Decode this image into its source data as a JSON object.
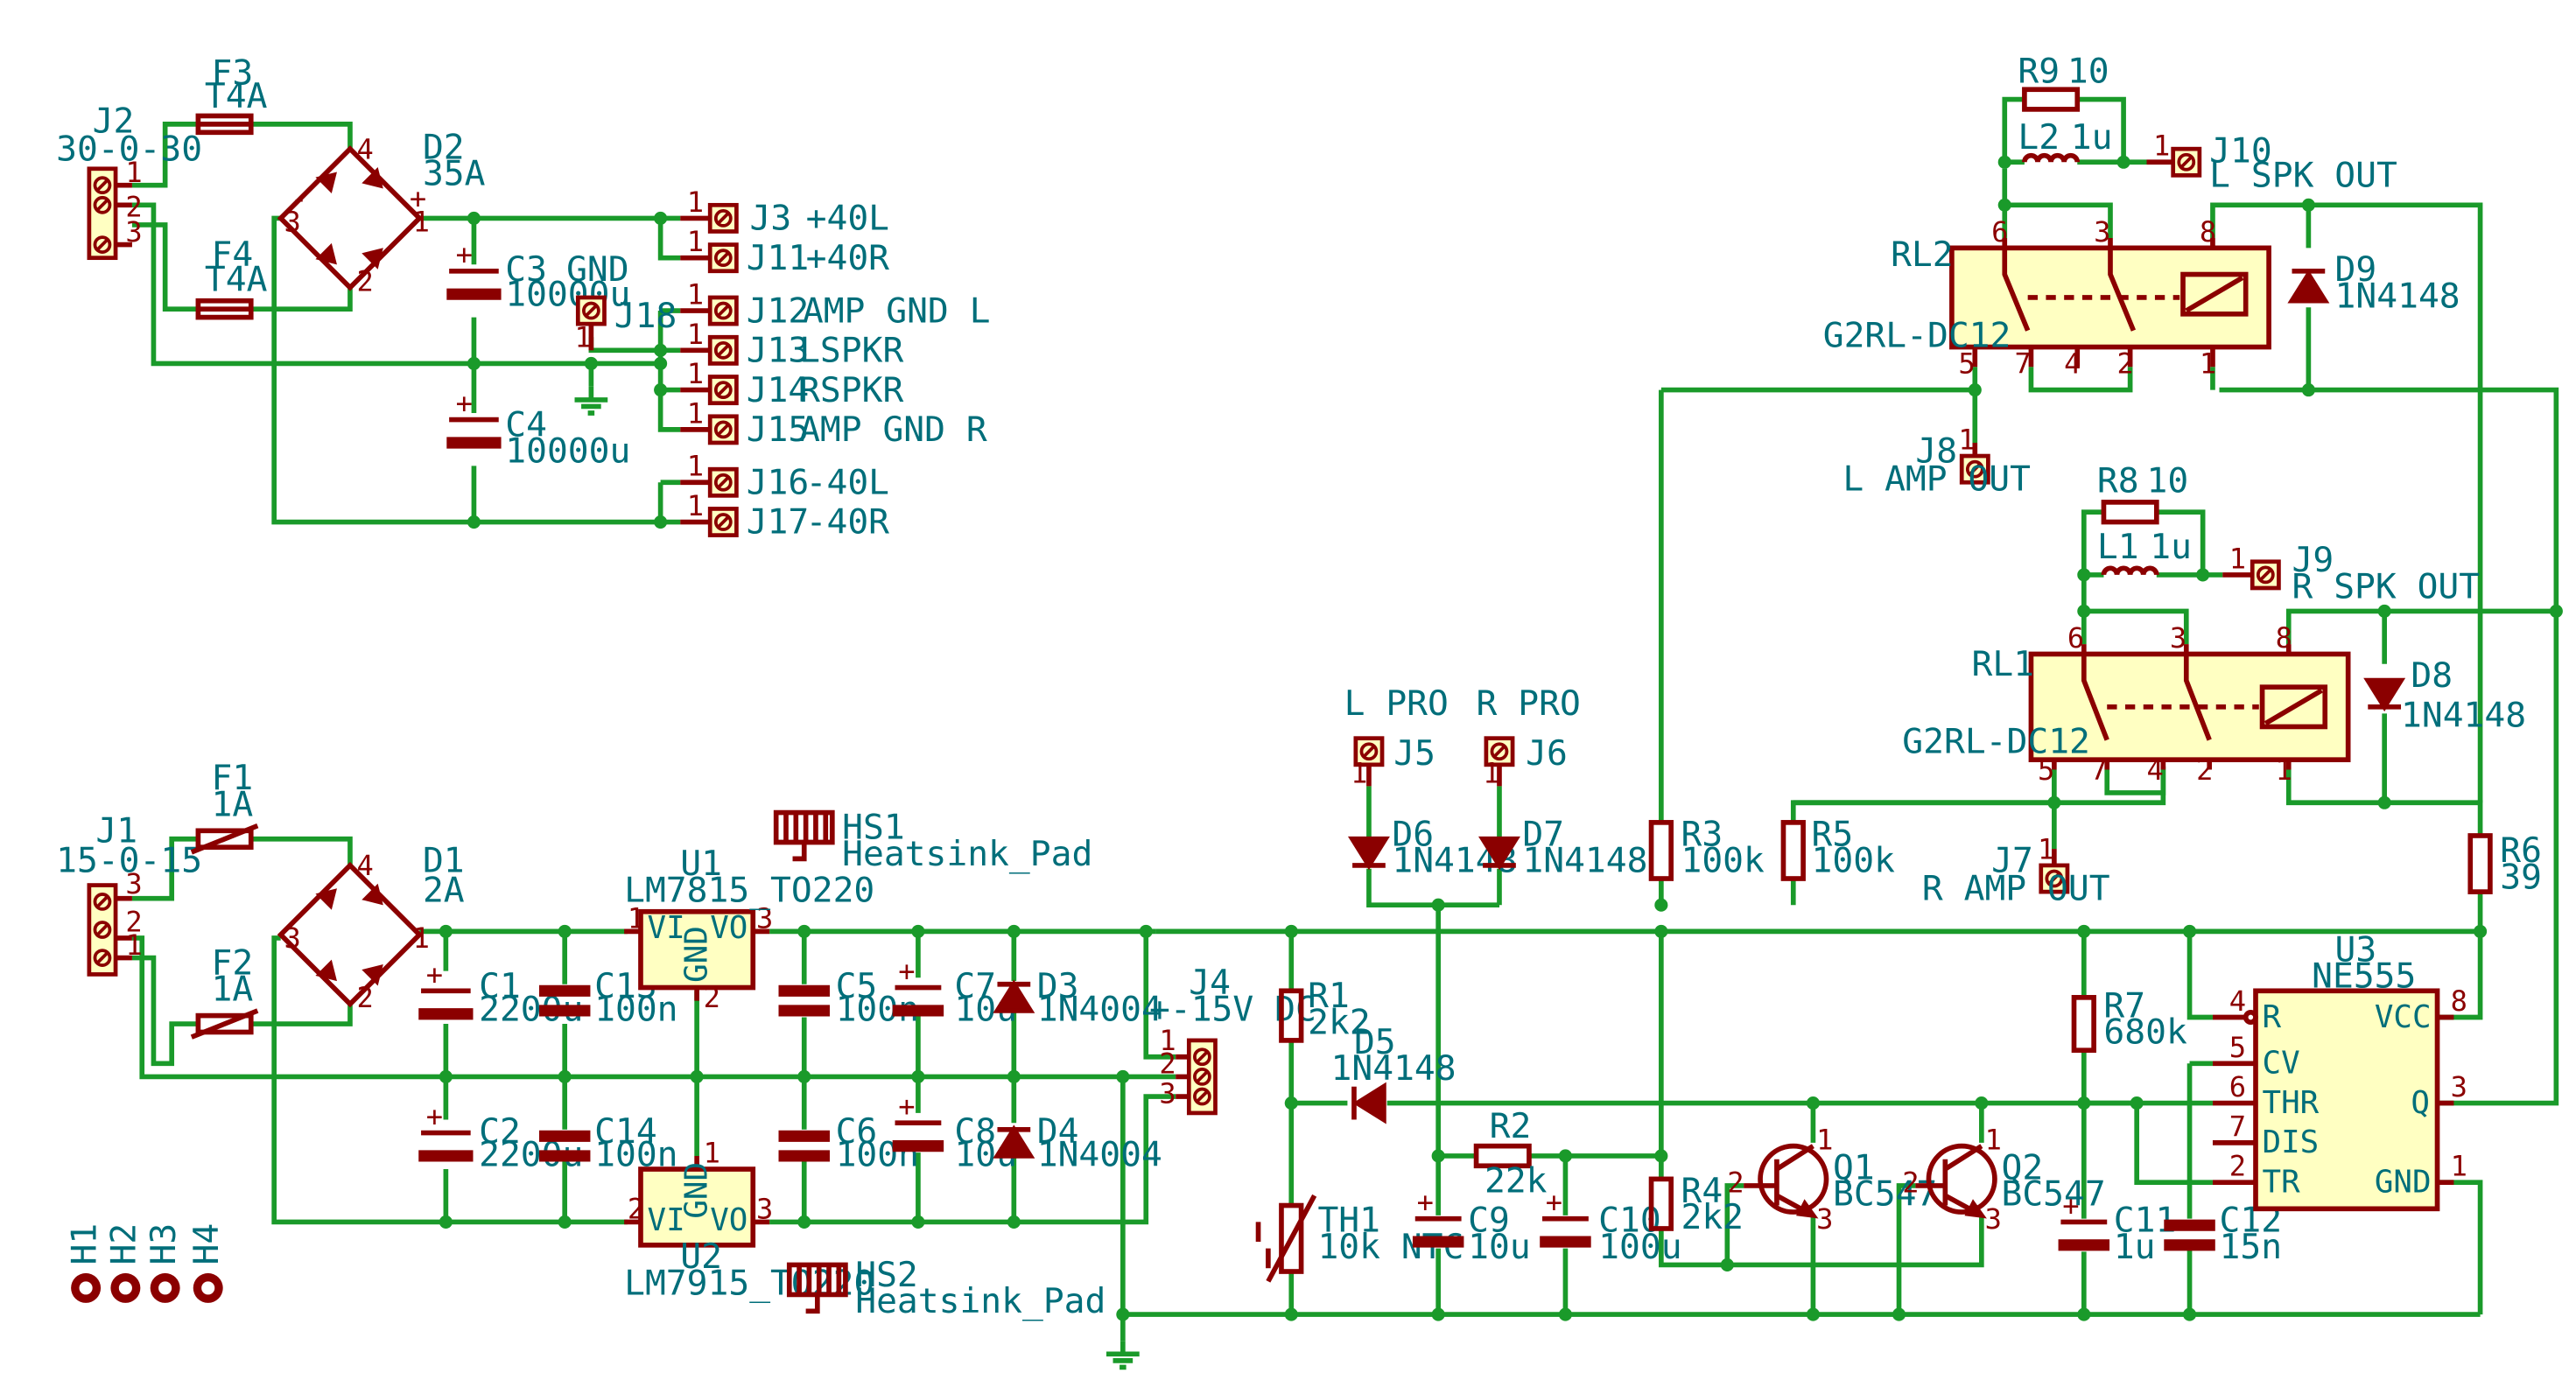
{
  "colors": {
    "wire": "#1a9a2a",
    "component": "#8b0000",
    "body_fill": "#ffffc2",
    "text": "#006e7a"
  },
  "power_supply_main": {
    "J2": {
      "ref": "J2",
      "value": "30-0-30"
    },
    "F3": {
      "ref": "F3",
      "value": "T4A"
    },
    "F4": {
      "ref": "F4",
      "value": "T4A"
    },
    "D2": {
      "ref": "D2",
      "value": "35A"
    },
    "C3": {
      "ref": "C3",
      "value": "10000u"
    },
    "C4": {
      "ref": "C4",
      "value": "10000u"
    },
    "gnd_label": "GND",
    "J18": {
      "ref": "J18"
    },
    "outputs": [
      {
        "ref": "J3",
        "label": "+40L"
      },
      {
        "ref": "J11",
        "label": "+40R"
      },
      {
        "ref": "J12",
        "label": "AMP GND L"
      },
      {
        "ref": "J13",
        "label": "LSPKR"
      },
      {
        "ref": "J14",
        "label": "RSPKR"
      },
      {
        "ref": "J15",
        "label": "AMP GND R"
      },
      {
        "ref": "J16",
        "label": "-40L"
      },
      {
        "ref": "J17",
        "label": "-40R"
      }
    ]
  },
  "power_supply_aux": {
    "J1": {
      "ref": "J1",
      "value": "15-0-15"
    },
    "F1": {
      "ref": "F1",
      "value": "1A"
    },
    "F2": {
      "ref": "F2",
      "value": "1A"
    },
    "D1": {
      "ref": "D1",
      "value": "2A"
    },
    "C1": {
      "ref": "C1",
      "value": "2200u"
    },
    "C2": {
      "ref": "C2",
      "value": "2200u"
    },
    "C13": {
      "ref": "C13",
      "value": "100n"
    },
    "C14": {
      "ref": "C14",
      "value": "100n"
    },
    "U1": {
      "ref": "U1",
      "value": "LM7815_TO220",
      "vi": "VI",
      "vo": "VO",
      "gnd": "GND"
    },
    "U2": {
      "ref": "U2",
      "value": "LM7915_TO220",
      "vi": "VI",
      "vo": "VO",
      "gnd": "GND"
    },
    "HS1": {
      "ref": "HS1",
      "value": "Heatsink_Pad"
    },
    "HS2": {
      "ref": "HS2",
      "value": "Heatsink_Pad"
    },
    "C5": {
      "ref": "C5",
      "value": "100n"
    },
    "C6": {
      "ref": "C6",
      "value": "100n"
    },
    "C7": {
      "ref": "C7",
      "value": "10u"
    },
    "C8": {
      "ref": "C8",
      "value": "10u"
    },
    "D3": {
      "ref": "D3",
      "value": "1N4004"
    },
    "D4": {
      "ref": "D4",
      "value": "1N4004"
    },
    "J4": {
      "ref": "J4",
      "value": "+-15V DC"
    }
  },
  "protection": {
    "J5": {
      "ref": "J5",
      "label": "L PRO"
    },
    "J6": {
      "ref": "J6",
      "label": "R PRO"
    },
    "D6": {
      "ref": "D6",
      "value": "1N4148"
    },
    "D7": {
      "ref": "D7",
      "value": "1N4148"
    },
    "D5": {
      "ref": "D5",
      "value": "1N4148"
    },
    "R1": {
      "ref": "R1",
      "value": "2k2"
    },
    "TH1": {
      "ref": "TH1",
      "value": "10k NTC"
    },
    "C9": {
      "ref": "C9",
      "value": "10u"
    },
    "R2": {
      "ref": "R2",
      "value": "22k"
    },
    "C10": {
      "ref": "C10",
      "value": "100u"
    },
    "R3": {
      "ref": "R3",
      "value": "100k"
    },
    "R5": {
      "ref": "R5",
      "value": "100k"
    },
    "R4": {
      "ref": "R4",
      "value": "2k2"
    },
    "Q1": {
      "ref": "Q1",
      "value": "BC547"
    },
    "Q2": {
      "ref": "Q2",
      "value": "BC547"
    },
    "R7": {
      "ref": "R7",
      "value": "680k"
    },
    "C11": {
      "ref": "C11",
      "value": "1u"
    },
    "C12": {
      "ref": "C12",
      "value": "15n"
    },
    "U3": {
      "ref": "U3",
      "value": "NE555",
      "pins": [
        "R",
        "CV",
        "THR",
        "DIS",
        "TR",
        "VCC",
        "Q",
        "GND"
      ]
    },
    "R6": {
      "ref": "R6",
      "value": "39"
    }
  },
  "relays": {
    "RL2": {
      "ref": "RL2",
      "value": "G2RL-DC12"
    },
    "RL1": {
      "ref": "RL1",
      "value": "G2RL-DC12"
    },
    "D9": {
      "ref": "D9",
      "value": "1N4148"
    },
    "D8": {
      "ref": "D8",
      "value": "1N4148"
    },
    "R9": {
      "ref": "R9",
      "value": "10"
    },
    "R8": {
      "ref": "R8",
      "value": "10"
    },
    "L2": {
      "ref": "L2",
      "value": "1u"
    },
    "L1": {
      "ref": "L1",
      "value": "1u"
    },
    "J10": {
      "ref": "J10",
      "label": "L SPK OUT"
    },
    "J9": {
      "ref": "J9",
      "label": "R SPK OUT"
    },
    "J8": {
      "ref": "J8",
      "label": "L AMP OUT"
    },
    "J7": {
      "ref": "J7",
      "label": "R AMP OUT"
    }
  },
  "mounting_holes": [
    "H1",
    "H2",
    "H3",
    "H4"
  ]
}
